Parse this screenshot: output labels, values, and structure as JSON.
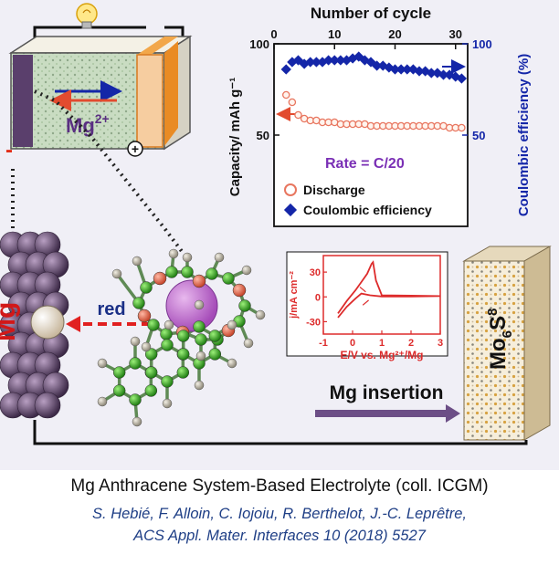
{
  "figure": {
    "title": "Mg Anthracene System-Based Electrolyte (coll. ICGM)",
    "battery": {
      "ion_label": "Mg",
      "ion_charge": "2+",
      "minus": "-",
      "plus": "+"
    },
    "mg_label": "Mg",
    "red_label": "red",
    "insertion_label": "Mg insertion",
    "cathode_label": {
      "mo": "Mo",
      "mo_sub": "6",
      "s": "S",
      "s_sub": "8"
    }
  },
  "chart_data": [
    {
      "type": "scatter",
      "xlabel": "Number of cycle",
      "ylabel": "Capacity/ mAh g⁻¹",
      "y2label": "Coulombic efficiency (%)",
      "xlim": [
        0,
        32
      ],
      "ylim": [
        0,
        100
      ],
      "y2lim": [
        0,
        100
      ],
      "xticks": [
        "0",
        "10",
        "20",
        "30"
      ],
      "yticks": [
        "50",
        "100"
      ],
      "y2ticks": [
        "50",
        "100"
      ],
      "annotation": "Rate = C/20",
      "legend_position": "bottom-left",
      "series": [
        {
          "name": "Discharge",
          "axis": "left",
          "marker": "open-circle",
          "color": "#e8765f",
          "x": [
            2,
            3,
            4,
            5,
            6,
            7,
            8,
            9,
            10,
            11,
            12,
            13,
            14,
            15,
            16,
            17,
            18,
            19,
            20,
            21,
            22,
            23,
            24,
            25,
            26,
            27,
            28,
            29,
            30,
            31
          ],
          "y": [
            72,
            68,
            61,
            59,
            58,
            58,
            57,
            57,
            57,
            56,
            56,
            56,
            56,
            56,
            55,
            55,
            55,
            55,
            55,
            55,
            55,
            55,
            55,
            55,
            55,
            55,
            55,
            54,
            54,
            54
          ]
        },
        {
          "name": "Coulombic efficiency",
          "axis": "right",
          "marker": "filled-diamond",
          "color": "#1426a8",
          "x": [
            2,
            3,
            4,
            5,
            6,
            7,
            8,
            9,
            10,
            11,
            12,
            13,
            14,
            15,
            16,
            17,
            18,
            19,
            20,
            21,
            22,
            23,
            24,
            25,
            26,
            27,
            28,
            29,
            30,
            31
          ],
          "y": [
            86,
            90,
            91,
            89,
            90,
            90,
            90,
            91,
            91,
            91,
            91,
            92,
            93,
            91,
            90,
            88,
            88,
            87,
            86,
            86,
            86,
            86,
            85,
            85,
            84,
            84,
            83,
            83,
            82,
            81
          ]
        }
      ]
    },
    {
      "type": "line",
      "xlabel": "E/V vs. Mg²⁺/Mg",
      "ylabel": "j/mA cm⁻²",
      "xlim": [
        -1,
        3
      ],
      "ylim": [
        -45,
        50
      ],
      "xticks": [
        "-1",
        "0",
        "1",
        "2",
        "3"
      ],
      "yticks": [
        "30",
        "0",
        "-30"
      ],
      "color": "#dd2b2b",
      "series": [
        {
          "x": [
            -0.5,
            -0.2,
            0.1,
            0.3,
            0.5,
            0.65,
            0.7,
            0.8,
            1.0,
            2.0,
            3.0,
            2.0,
            1.0,
            0.6,
            0.3,
            0.1,
            -0.2,
            -0.5
          ],
          "y": [
            -20,
            -5,
            8,
            18,
            28,
            40,
            42,
            20,
            2,
            1.5,
            1,
            0.5,
            0.5,
            2,
            4,
            -2,
            -12,
            -25
          ]
        }
      ]
    }
  ]
}
